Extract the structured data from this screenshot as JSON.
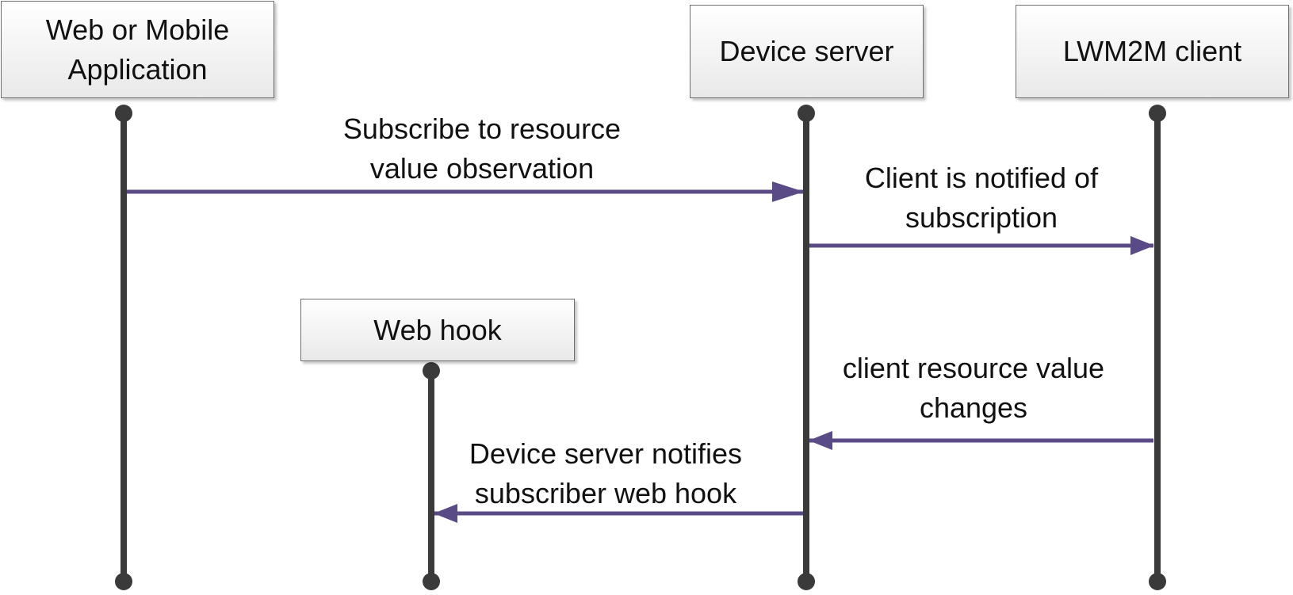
{
  "colors": {
    "lifeline": "#3a3a3a",
    "arrow": "#5a4a86"
  },
  "participants": [
    {
      "id": "app",
      "line1": "Web or Mobile",
      "line2": "Application"
    },
    {
      "id": "server",
      "line1": "Device server"
    },
    {
      "id": "client",
      "line1": "LWM2M client"
    },
    {
      "id": "hook",
      "line1": "Web hook"
    }
  ],
  "messages": [
    {
      "from": "app",
      "to": "server",
      "line1": "Subscribe to resource",
      "line2": "value observation"
    },
    {
      "from": "server",
      "to": "client",
      "line1": "Client is notified of",
      "line2": "subscription"
    },
    {
      "from": "client",
      "to": "server",
      "line1": "client resource value",
      "line2": "changes"
    },
    {
      "from": "server",
      "to": "hook",
      "line1": "Device server notifies",
      "line2": "subscriber web hook"
    }
  ]
}
